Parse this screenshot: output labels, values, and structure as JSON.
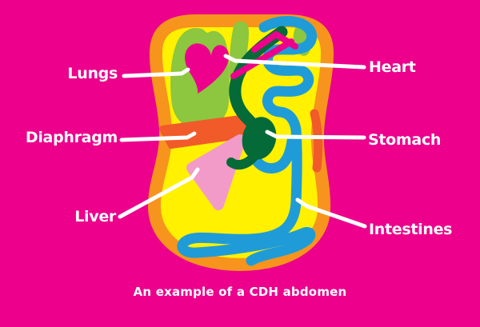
{
  "caption": {
    "text": "An example of a CDH abdomen"
  },
  "labels": {
    "lungs": "Lungs",
    "diaphragm": "Diaphragm",
    "liver": "Liver",
    "heart": "Heart",
    "stomach": "Stomach",
    "intestines": "Intestines"
  },
  "palette": {
    "background": "#EC008C",
    "label_text": "#FFFFFF",
    "pointer": "#FFFFFF",
    "body_outline": "#F7941D",
    "belly": "#FFF100",
    "lungs": "#8DC63F",
    "heart": "#EC008C",
    "heart_vessels": "#EC008C",
    "esophagus_stomach": "#046A38",
    "intestines": "#1F9CD8",
    "diaphragm": "#F15A29",
    "liver": "#F29BC9"
  }
}
